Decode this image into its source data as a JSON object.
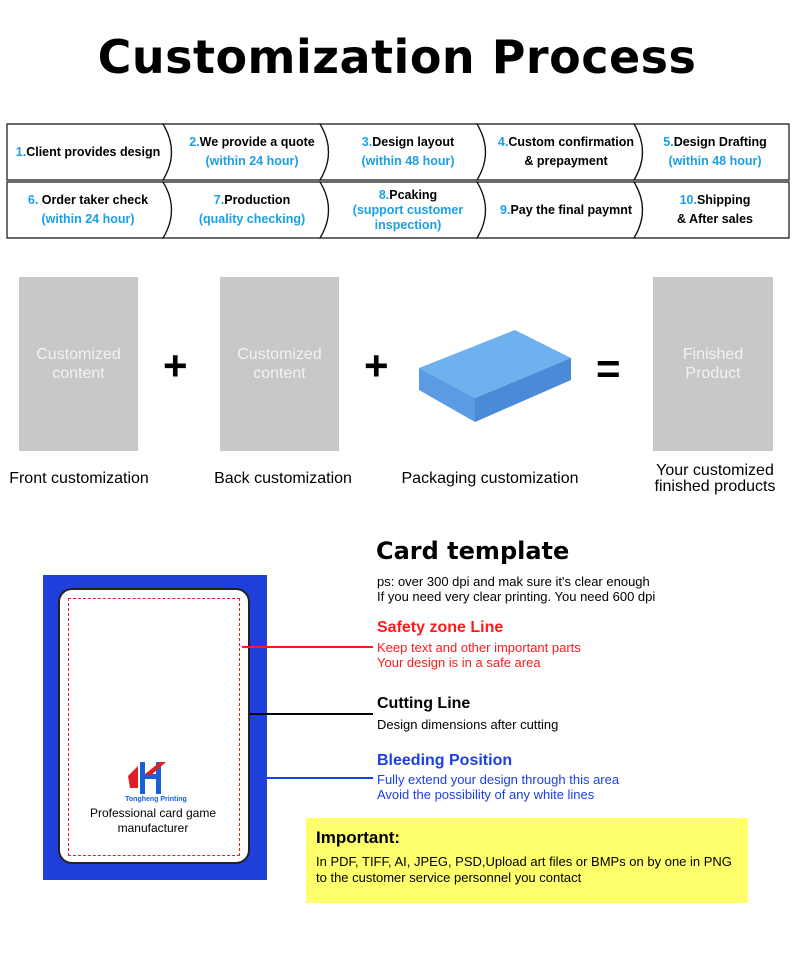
{
  "title": "Customization Process",
  "steps": [
    {
      "num": "1.",
      "label": "Client provides design",
      "sub": ""
    },
    {
      "num": "2.",
      "label": "We provide a quote",
      "sub": "(within 24 hour)"
    },
    {
      "num": "3.",
      "label": "Design layout",
      "sub": "(within 48 hour)"
    },
    {
      "num": "4.",
      "label": "Custom confirmation",
      "sub": "& prepayment"
    },
    {
      "num": "5.",
      "label": "Design Drafting",
      "sub": "(within 48 hour)"
    },
    {
      "num": "6.",
      "label": " Order taker check",
      "sub": "(within 24 hour)"
    },
    {
      "num": "7.",
      "label": "Production",
      "sub": "(quality checking)"
    },
    {
      "num": "8.",
      "label": "Pcaking",
      "sub": "(support customer inspection)"
    },
    {
      "num": "9.",
      "label": "Pay the final paymnt",
      "sub": ""
    },
    {
      "num": "10.",
      "label": "Shipping",
      "sub": "& After sales"
    }
  ],
  "customization": {
    "front_box": "Customized content",
    "back_box": "Customized content",
    "finished_box": "Finished Product",
    "plus": "+",
    "equals": "=",
    "front_caption": "Front customization",
    "back_caption": "Back customization",
    "packaging_caption": "Packaging customization",
    "finished_caption": "Your customized finished products"
  },
  "template": {
    "title": "Card template",
    "note1": "ps: over 300 dpi and mak sure it's clear enough",
    "note2": "If you need very clear printing. You need 600 dpi",
    "safety_title": "Safety zone Line",
    "safety_1": "Keep text and other important parts",
    "safety_2": "Your design is in a safe area",
    "cutting_title": "Cutting Line",
    "cutting_1": "Design dimensions after cutting",
    "bleeding_title": "Bleeding Position",
    "bleeding_1": "Fully extend your design through this area",
    "bleeding_2": "Avoid the possibility of any white lines",
    "logo_name": "Tongheng Printing",
    "logo_tag": "Professional card game manufacturer",
    "colors": {
      "bleed": "#1f3fdb",
      "safety": "#ff1a1a",
      "accent": "#1aa0e6"
    }
  },
  "important": {
    "title": "Important:",
    "text": "In PDF, TIFF,  AI, JPEG, PSD,Upload art files or BMPs on by one in PNG to the customer service personnel you contact"
  }
}
